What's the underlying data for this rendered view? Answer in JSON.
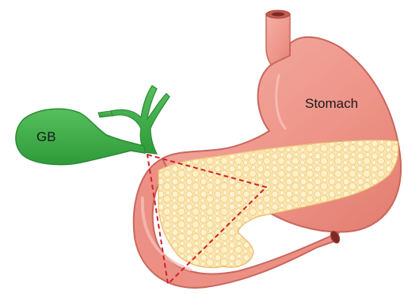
{
  "labels": {
    "gallbladder": "GB",
    "stomach": "Stomach"
  },
  "colors": {
    "background": "#ffffff",
    "stomach_fill": "#ef9a8f",
    "stomach_outline": "#c8675e",
    "stomach_inner": "#f7c2b8",
    "duodenum_fill": "#ec8f84",
    "pancreas_fill": "#fbe6b0",
    "pancreas_lobule": "#f3cf86",
    "biliary_fill": "#3fae49",
    "biliary_outline": "#2b8a35",
    "triangle_line": "#d4202a"
  },
  "icons": {
    "gallbladder": "gallbladder-shape",
    "bile_ducts": "biliary-tree-shape",
    "stomach": "stomach-shape",
    "duodenum": "duodenum-loop-shape",
    "pancreas": "pancreas-shape",
    "triangle": "dashed-triangle"
  }
}
